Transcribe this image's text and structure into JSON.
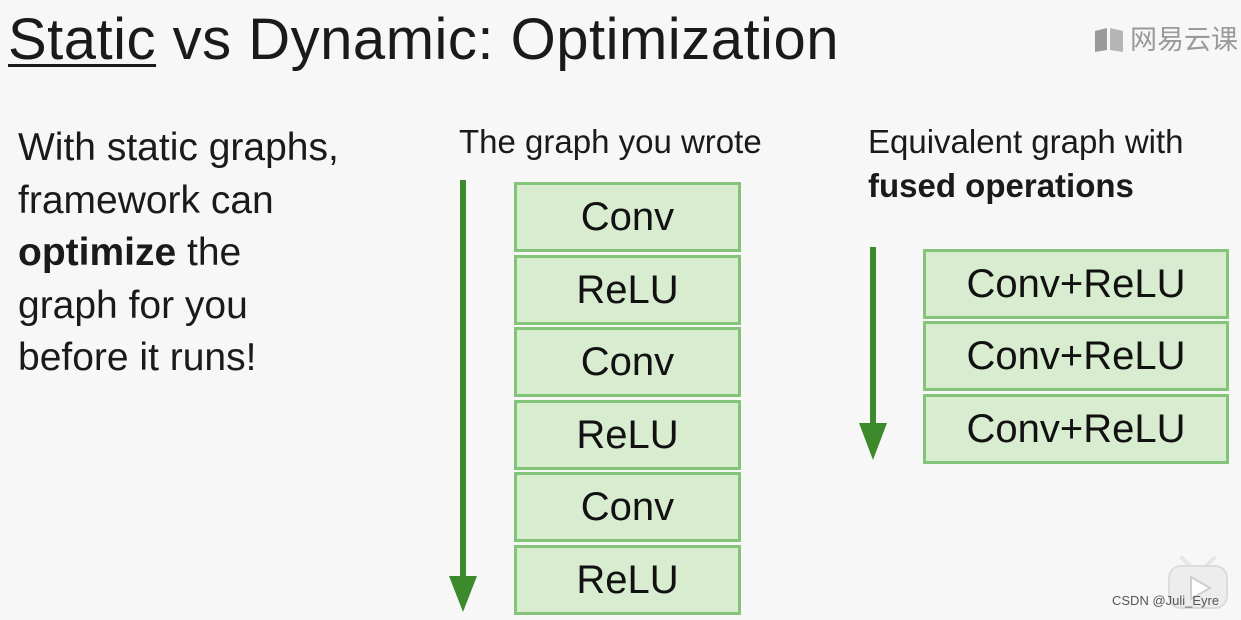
{
  "title": {
    "underlined": "Static",
    "rest": " vs Dynamic: Optimization"
  },
  "watermark": {
    "text": "网易云课",
    "icon": "netease-cloud-class-icon"
  },
  "intro": {
    "line1": "With static graphs,",
    "line2": "framework can",
    "bold": "optimize",
    "line3_rest": " the",
    "line4": "graph for you",
    "line5": "before it runs!"
  },
  "left_column": {
    "heading": "The graph you wrote",
    "boxes": [
      "Conv",
      "ReLU",
      "Conv",
      "ReLU",
      "Conv",
      "ReLU"
    ]
  },
  "right_column": {
    "heading_line1": "Equivalent graph with",
    "heading_line2": "fused operations",
    "boxes": [
      "Conv+ReLU",
      "Conv+ReLU",
      "Conv+ReLU"
    ]
  },
  "colors": {
    "box_fill": "#d8ecd0",
    "box_border": "#84c478",
    "arrow": "#3d8a2c"
  },
  "footer": {
    "credit": "CSDN @Juli_Eyre"
  }
}
